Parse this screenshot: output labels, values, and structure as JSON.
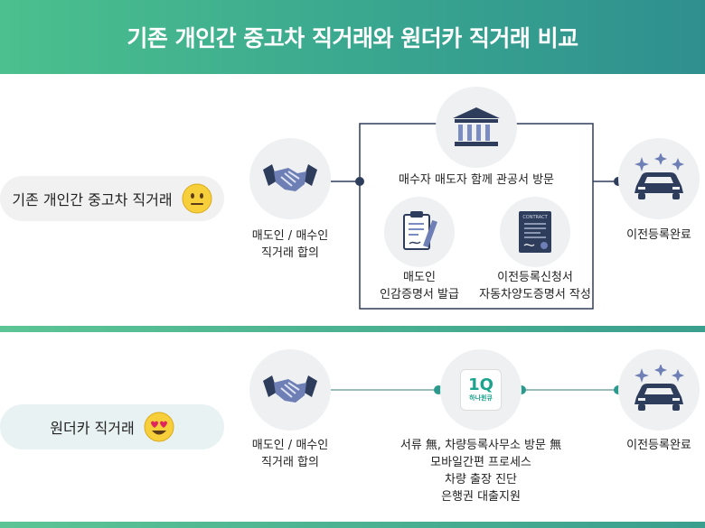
{
  "title": "기존 개인간 중고차 직거래와 원더카 직거래 비교",
  "row1": {
    "pill_label": "기존 개인간 중고차 직거래",
    "step1_lines": [
      "매도인 / 매수인",
      "직거래 합의"
    ],
    "visit_label": "매수자 매도자 함께 관공서 방문",
    "doc1_lines": [
      "매도인",
      "인감증명서 발급"
    ],
    "doc2_lines": [
      "이전등록신청서",
      "자동차양도증명서 작성"
    ],
    "doc2_header": "CONTRACT",
    "end_label": "이전등록완료"
  },
  "row2": {
    "pill_label": "원더카 직거래",
    "step1_lines": [
      "매도인 / 매수인",
      "직거래 합의"
    ],
    "app_main": "1Q",
    "app_sub": "하나원큐",
    "middle_lines": [
      "서류 無, 차량등록사무소 방문 無",
      "모바일간편 프로세스",
      "차량 출장 진단",
      "은행권 대출지원"
    ],
    "end_label": "이전등록완료"
  },
  "colors": {
    "accent": "#3aa88f",
    "navy": "#2f3d5c",
    "line_row1": "#2f3d5c",
    "line_row2": "#4a9a96"
  },
  "icons": [
    "neutral-face-icon",
    "heart-eyes-face-icon",
    "handshake-icon",
    "bank-building-icon",
    "clipboard-pen-icon",
    "contract-document-icon",
    "car-icon",
    "sparkle-icon"
  ]
}
